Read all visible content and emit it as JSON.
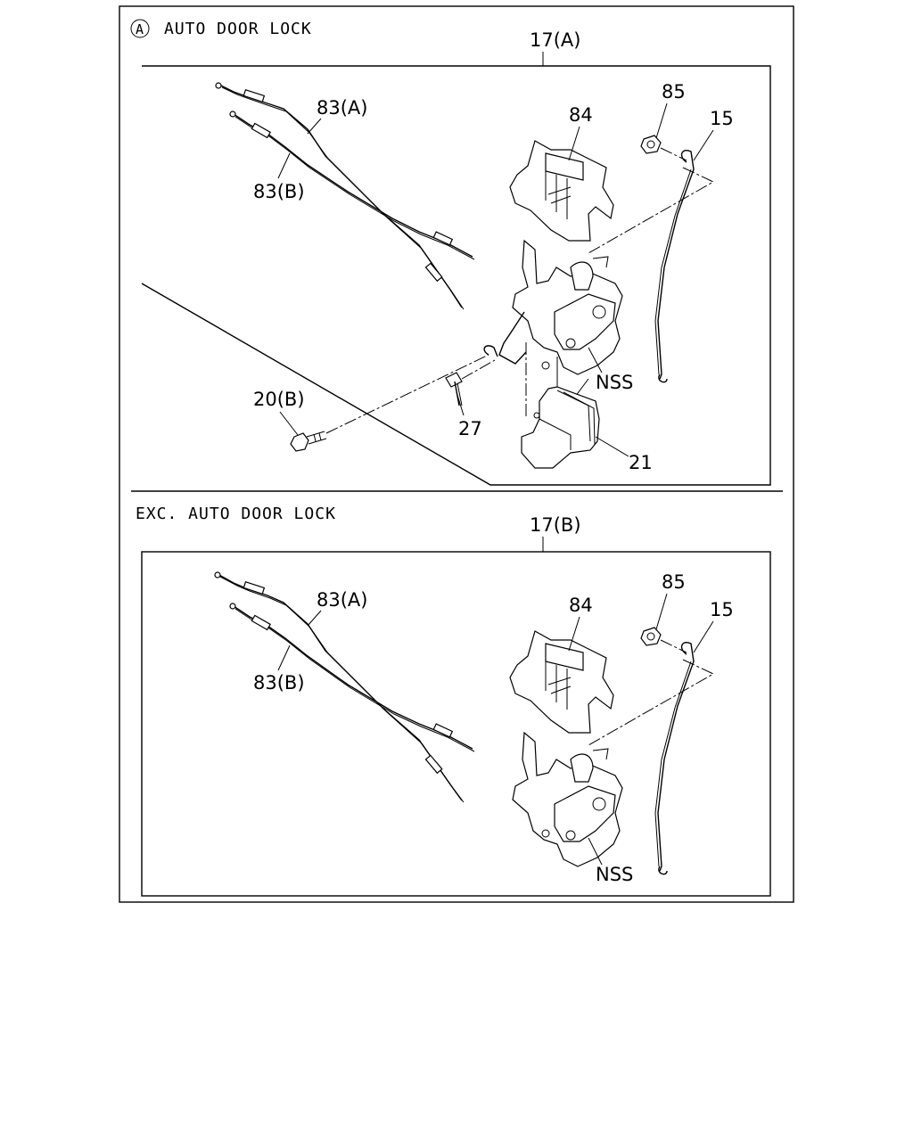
{
  "section_a": {
    "circle_letter": "A",
    "header": "AUTO DOOR LOCK",
    "assembly": "17(A)",
    "callouts": {
      "cable_a": "83(A)",
      "cable_b": "83(B)",
      "housing": "84",
      "nut": "85",
      "rod": "15",
      "nss": "NSS",
      "bolt_b": "20(B)",
      "screw": "27",
      "actuator": "21"
    }
  },
  "section_b": {
    "header": "EXC. AUTO DOOR LOCK",
    "assembly": "17(B)",
    "callouts": {
      "cable_a": "83(A)",
      "cable_b": "83(B)",
      "housing": "84",
      "nut": "85",
      "rod": "15",
      "nss": "NSS"
    }
  }
}
